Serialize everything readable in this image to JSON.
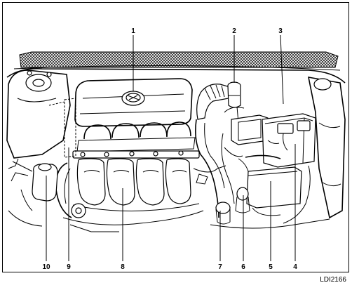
{
  "figure": {
    "code": "LDI2166",
    "callouts": [
      "1",
      "2",
      "3",
      "4",
      "5",
      "6",
      "7",
      "8",
      "9",
      "10"
    ]
  }
}
